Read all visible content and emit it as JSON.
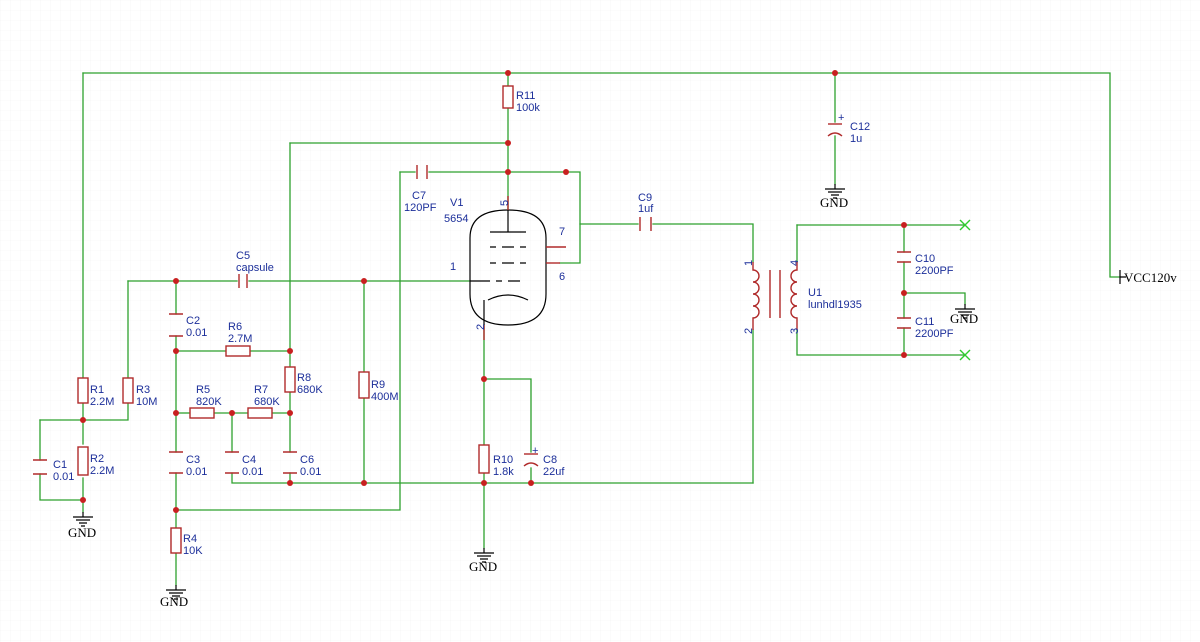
{
  "components": {
    "R1": {
      "ref": "R1",
      "value": "2.2M"
    },
    "R2": {
      "ref": "R2",
      "value": "2.2M"
    },
    "R3": {
      "ref": "R3",
      "value": "10M"
    },
    "R4": {
      "ref": "R4",
      "value": "10K"
    },
    "R5": {
      "ref": "R5",
      "value": "820K"
    },
    "R6": {
      "ref": "R6",
      "value": "2.7M"
    },
    "R7": {
      "ref": "R7",
      "value": "680K"
    },
    "R8": {
      "ref": "R8",
      "value": "680K"
    },
    "R9": {
      "ref": "R9",
      "value": "400M"
    },
    "R10": {
      "ref": "R10",
      "value": "1.8k"
    },
    "R11": {
      "ref": "R11",
      "value": "100k"
    },
    "C1": {
      "ref": "C1",
      "value": "0.01"
    },
    "C2": {
      "ref": "C2",
      "value": "0.01"
    },
    "C3": {
      "ref": "C3",
      "value": "0.01"
    },
    "C4": {
      "ref": "C4",
      "value": "0.01"
    },
    "C5": {
      "ref": "C5",
      "value": "capsule"
    },
    "C6": {
      "ref": "C6",
      "value": "0.01"
    },
    "C7": {
      "ref": "C7",
      "value": "120PF"
    },
    "C8": {
      "ref": "C8",
      "value": "22uf"
    },
    "C9": {
      "ref": "C9",
      "value": "1uf"
    },
    "C10": {
      "ref": "C10",
      "value": "2200PF"
    },
    "C11": {
      "ref": "C11",
      "value": "2200PF"
    },
    "C12": {
      "ref": "C12",
      "value": "1u"
    },
    "V1": {
      "ref": "V1",
      "value": "5654"
    },
    "U1": {
      "ref": "U1",
      "value": "lunhdl1935"
    }
  },
  "pins": {
    "v1_1": "1",
    "v1_2": "2",
    "v1_5": "5",
    "v1_6": "6",
    "v1_7": "7",
    "u1_1": "1",
    "u1_2": "2",
    "u1_3": "3",
    "u1_4": "4"
  },
  "polarity": "+",
  "power": {
    "vcc": "VCC120v"
  },
  "grounds": {
    "g1": "GND",
    "g2": "GND",
    "g3": "GND",
    "g4": "GND",
    "g5": "GND"
  },
  "colors": {
    "wire": "#2ea12e",
    "component": "#b02a2a",
    "junction": "#c82020",
    "label": "#1c2f9a",
    "symbol": "#000000"
  }
}
